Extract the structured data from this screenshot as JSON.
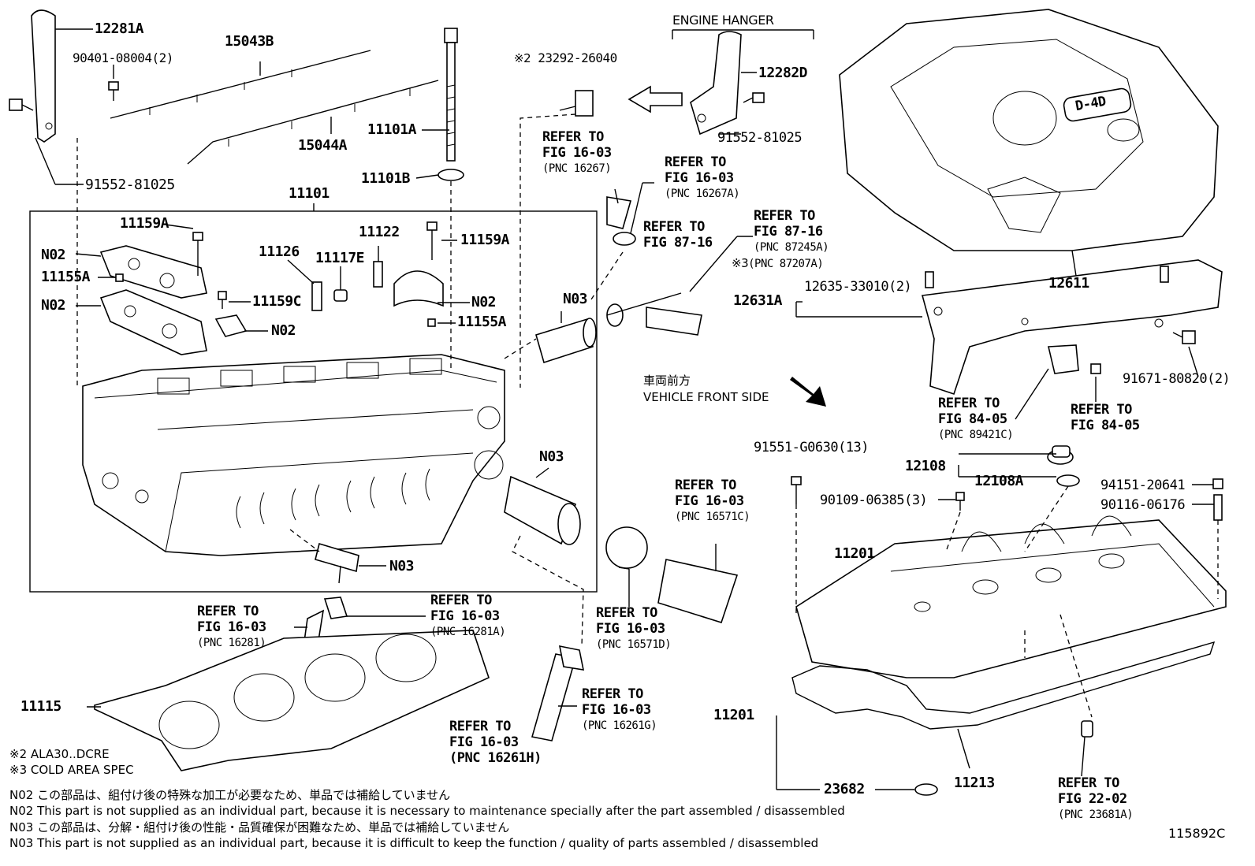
{
  "diagram": {
    "figure_id": "115892C",
    "header": {
      "engine_hanger": "ENGINE HANGER"
    },
    "parts": {
      "p12281A": "12281A",
      "p90401": "90401-08004(2)",
      "p15043B": "15043B",
      "p15044A": "15044A",
      "p91552a": "91552-81025",
      "p11101A": "11101A",
      "p11101B": "11101B",
      "p11101": "11101",
      "p11159A_1": "11159A",
      "p11159A_2": "11159A",
      "p11159C": "11159C",
      "p11126": "11126",
      "p11117E": "11117E",
      "p11122": "11122",
      "p11155A_1": "11155A",
      "p11155A_2": "11155A",
      "pN02_1": "N02",
      "pN02_2": "N02",
      "pN02_3": "N02",
      "pN02_4": "N02",
      "pN03_1": "N03",
      "pN03_2": "N03",
      "pN03_3": "N03",
      "p23292": "23292-26040",
      "p23292_mark": "※2",
      "p12282D": "12282D",
      "p91552b": "91552-81025",
      "p12611": "12611",
      "p12631A": "12631A",
      "p12635": "12635-33010(2)",
      "p91671": "91671-80820(2)",
      "p91551": "91551-G0630(13)",
      "p12108": "12108",
      "p12108A": "12108A",
      "p90109": "90109-06385(3)",
      "p94151": "94151-20641",
      "p90116": "90116-06176",
      "p11201_1": "11201",
      "p11201_2": "11201",
      "p11213": "11213",
      "p23682": "23682",
      "p11115": "11115"
    },
    "refs": {
      "r16267": {
        "l1": "REFER TO",
        "l2": "FIG 16-03",
        "l3": "(PNC 16267)"
      },
      "r16267A": {
        "l1": "REFER TO",
        "l2": "FIG 16-03",
        "l3": "(PNC 16267A)"
      },
      "r8716": {
        "l1": "REFER TO",
        "l2": "FIG 87-16"
      },
      "r87245A": {
        "l1": "REFER TO",
        "l2": "FIG 87-16",
        "l3": "(PNC 87245A)",
        "l4": "(PNC 87207A)",
        "l4_mark": "※3"
      },
      "r89421C": {
        "l1": "REFER TO",
        "l2": "FIG 84-05",
        "l3": "(PNC 89421C)"
      },
      "r8405": {
        "l1": "REFER TO",
        "l2": "FIG 84-05"
      },
      "r16571C": {
        "l1": "REFER TO",
        "l2": "FIG 16-03",
        "l3": "(PNC 16571C)"
      },
      "r16571D": {
        "l1": "REFER TO",
        "l2": "FIG 16-03",
        "l3": "(PNC 16571D)"
      },
      "r16281": {
        "l1": "REFER TO",
        "l2": "FIG 16-03",
        "l3": "(PNC 16281)"
      },
      "r16281A": {
        "l1": "REFER TO",
        "l2": "FIG 16-03",
        "l3": "(PNC 16281A)"
      },
      "r16261G": {
        "l1": "REFER TO",
        "l2": "FIG 16-03",
        "l3": "(PNC 16261G)"
      },
      "r16261H": {
        "l1": "REFER TO",
        "l2": "FIG 16-03",
        "l3": "(PNC 16261H)"
      },
      "r23681A": {
        "l1": "REFER TO",
        "l2": "FIG 22-02",
        "l3": "(PNC 23681A)"
      }
    },
    "vehicle_front": {
      "jp": "車両前方",
      "en": "VEHICLE FRONT SIDE"
    },
    "cover_logo": "D-4D",
    "footnotes": {
      "f2": "※2  ALA30..DCRE",
      "f3": "※3 COLD AREA SPEC"
    },
    "notes": {
      "n02_jp": "N02  この部品は、組付け後の特殊な加工が必要なため、単品では補給していません",
      "n02_en": "N02  This part is not supplied as an individual part, because it is necessary to maintenance specially after the part assembled / disassembled",
      "n03_jp": "N03  この部品は、分解・組付け後の性能・品質確保が困難なため、単品では補給していません",
      "n03_en": "N03  This part is not supplied as an individual part, because it is difficult to keep the function / quality of parts  assembled / disassembled"
    }
  }
}
